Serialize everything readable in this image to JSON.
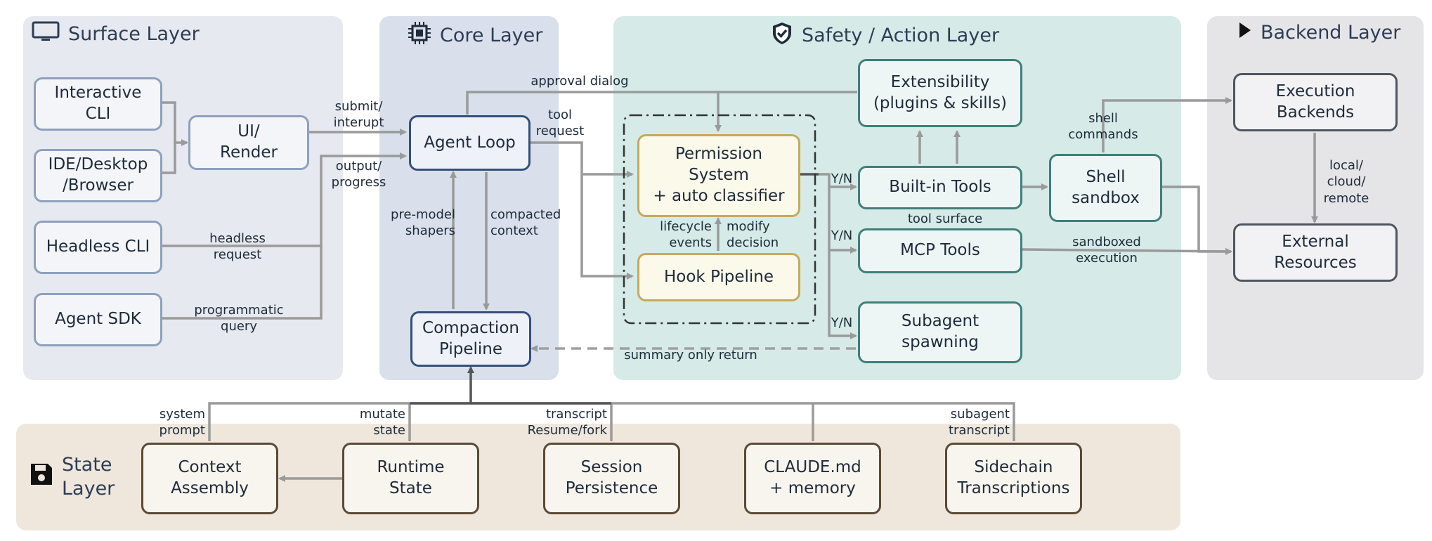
{
  "layers": {
    "surface": "Surface Layer",
    "core": "Core Layer",
    "safety": "Safety / Action Layer",
    "backend": "Backend Layer",
    "state": "State\nLayer"
  },
  "boxes": {
    "interactive_cli": "Interactive\nCLI",
    "ide_desktop": "IDE/Desktop\n/Browser",
    "headless_cli": "Headless CLI",
    "agent_sdk": "Agent SDK",
    "ui_render": "UI/\nRender",
    "agent_loop": "Agent Loop",
    "compaction": "Compaction\nPipeline",
    "permission": "Permission\nSystem\n+ auto classifier",
    "hook": "Hook Pipeline",
    "extensibility": "Extensibility\n(plugins & skills)",
    "builtin": "Built-in Tools",
    "mcp": "MCP Tools",
    "subagent": "Subagent\nspawning",
    "shell": "Shell\nsandbox",
    "exec_backends": "Execution\nBackends",
    "external": "External\nResources",
    "context_assembly": "Context\nAssembly",
    "runtime_state": "Runtime\nState",
    "session": "Session\nPersistence",
    "claude_md": "CLAUDE.md\n+ memory",
    "sidechain": "Sidechain\nTranscriptions"
  },
  "labels": {
    "submit": "submit/\ninterupt",
    "output": "output/\nprogress",
    "headless_request": "headless\nrequest",
    "programmatic": "programmatic\nquery",
    "approval": "approval dialog",
    "tool_request": "tool\nrequest",
    "pre_model": "pre-model\nshapers",
    "compacted": "compacted\ncontext",
    "lifecycle": "lifecycle\nevents",
    "modify": "modify\ndecision",
    "yn1": "Y/N",
    "yn2": "Y/N",
    "yn3": "Y/N",
    "tool_surface": "tool surface",
    "shell_commands": "shell\ncommands",
    "sandboxed": "sandboxed\nexecution",
    "local_cloud": "local/\ncloud/\nremote",
    "summary": "summary only return",
    "system_prompt": "system\nprompt",
    "mutate_state": "mutate\nstate",
    "transcript_resume": "transcript\nResume/fork",
    "subagent_transcript": "subagent\ntranscript"
  },
  "icons": {
    "surface": "monitor-icon",
    "core": "chip-icon",
    "safety": "shield-check-icon",
    "backend": "play-icon",
    "state": "floppy-disk-icon"
  },
  "colors": {
    "surface_bg": "#e6e9ef",
    "core_bg": "#d9e0ec",
    "safety_bg": "#d6ebe8",
    "backend_bg": "#e5e5e7",
    "state_bg": "#efe7dc",
    "arrow": "#9a9a9a",
    "arrow_dark": "#555555"
  }
}
